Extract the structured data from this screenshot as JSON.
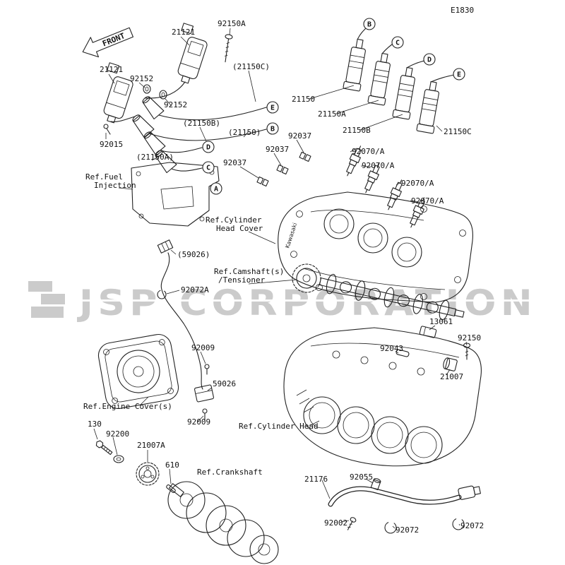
{
  "page": {
    "code": "E1830",
    "front_label": "FRONT",
    "watermark_text": "JSP CORPORATION",
    "cover_brand": "Kawasaki"
  },
  "labels": [
    "92150A",
    "21121",
    "21121",
    "92152",
    "92152",
    "(21150C)",
    "(21150B)",
    "(21150)",
    "92015",
    "(21150A)",
    "21150",
    "21150A",
    "21150B",
    "21150C",
    "92037",
    "92037",
    "92037",
    "92070/A",
    "92070/A",
    "92070/A",
    "92070/A",
    "(59026)",
    "92072A",
    "13061",
    "92150",
    "92043",
    "21007",
    "92009",
    "59026",
    "92009",
    "130",
    "92200",
    "21007A",
    "610",
    "21176",
    "92055",
    "92002",
    "92072",
    "92072"
  ],
  "refs": [
    "Ref.Fuel",
    "Injection",
    "Ref.Cylinder",
    "Head Cover",
    "Ref.Camshaft(s)",
    "/Tensioner",
    "Ref.Engine Cover(s)",
    "Ref.Cylinder Head",
    "Ref.Crankshaft"
  ],
  "callouts": {
    "left": [
      "E",
      "B",
      "D",
      "C",
      "A"
    ],
    "right": [
      "B",
      "C",
      "D",
      "E"
    ]
  },
  "colors": {
    "line": "#222222",
    "watermark": "#cbcbcb",
    "background": "#ffffff"
  }
}
